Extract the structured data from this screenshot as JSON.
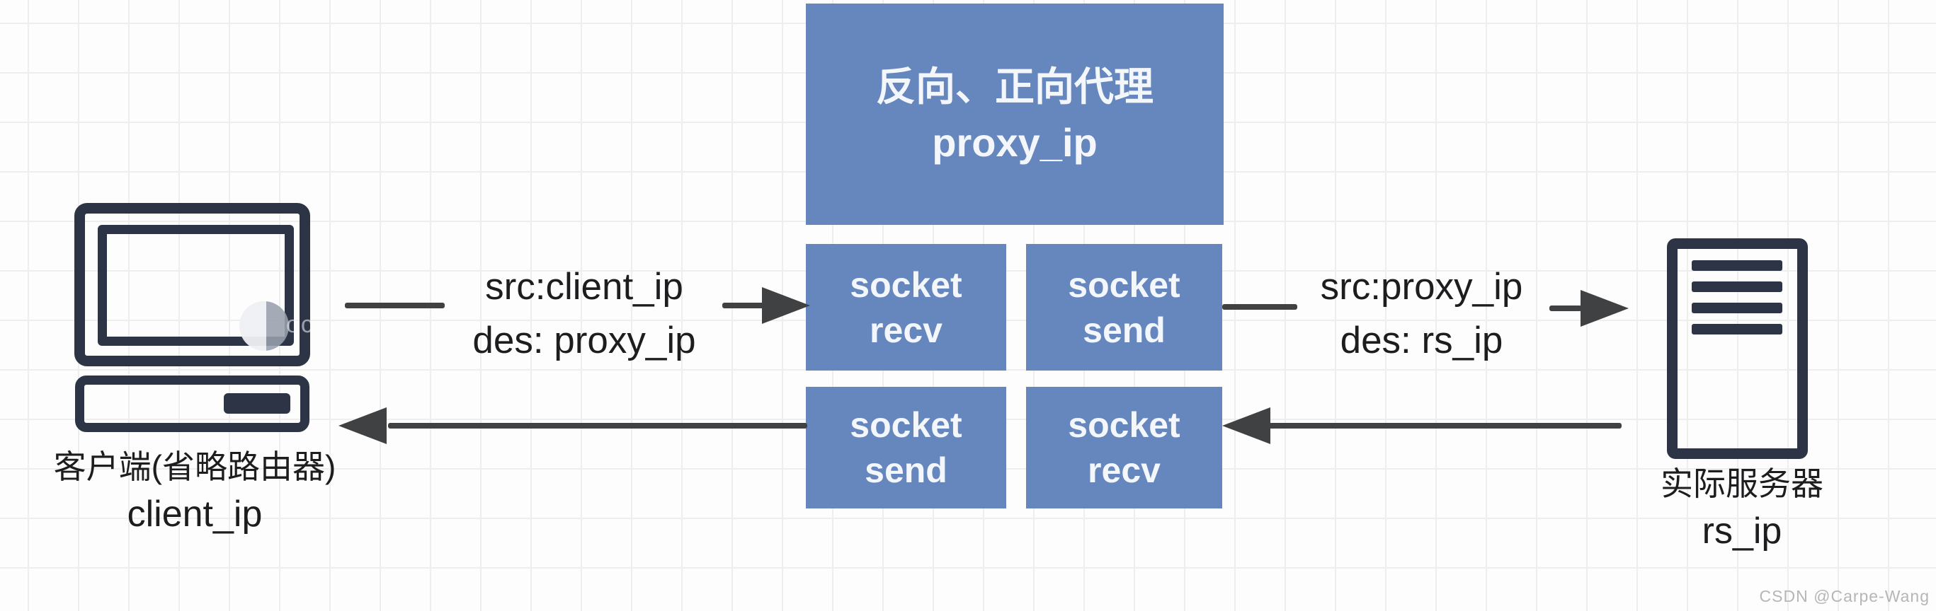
{
  "diagram": {
    "proxy_box": {
      "line1": "反向、正向代理",
      "line2": "proxy_ip"
    },
    "sockets": [
      {
        "name": "socket-recv-top-left",
        "line1": "socket",
        "line2": "recv"
      },
      {
        "name": "socket-send-top-right",
        "line1": "socket",
        "line2": "send"
      },
      {
        "name": "socket-send-bottom-left",
        "line1": "socket",
        "line2": "send"
      },
      {
        "name": "socket-recv-bottom-right",
        "line1": "socket",
        "line2": "recv"
      }
    ],
    "flow_labels": {
      "request": {
        "line1": "src:client_ip",
        "line2": "des: proxy_ip"
      },
      "forward": {
        "line1": "src:proxy_ip",
        "line2": "des: rs_ip"
      }
    },
    "client": {
      "caption_line1": "客户端(省略路由器)",
      "caption_line2": "client_ip"
    },
    "server": {
      "caption_line1": "实际服务器",
      "caption_line2": "rs_ip"
    }
  },
  "watermark": {
    "text": "CSDN @Carpe-Wang",
    "logo_hint": "oc"
  },
  "colors": {
    "box_blue": "#6687bd",
    "icon_navy": "#2d3445",
    "arrow": "#3f4143",
    "label_text": "#1d1d1f",
    "watermark": "#b6b6b6",
    "grid_line": "#eeeeee",
    "bg": "#fdfdfd"
  }
}
